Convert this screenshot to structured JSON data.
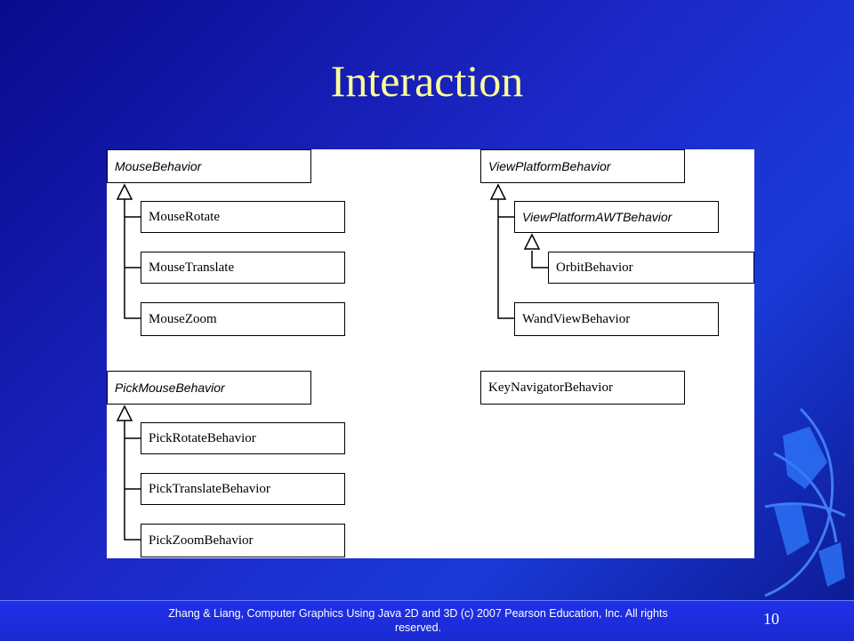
{
  "slide": {
    "title": "Interaction",
    "page_number": "10",
    "footer": "Zhang & Liang,  Computer Graphics Using Java 2D and 3D (c) 2007 Pearson Education, Inc. All rights reserved."
  },
  "diagram": {
    "mouse_behavior": "MouseBehavior",
    "mouse_rotate": "MouseRotate",
    "mouse_translate": "MouseTranslate",
    "mouse_zoom": "MouseZoom",
    "pick_mouse_behavior": "PickMouseBehavior",
    "pick_rotate": "PickRotateBehavior",
    "pick_translate": "PickTranslateBehavior",
    "pick_zoom": "PickZoomBehavior",
    "view_platform_behavior": "ViewPlatformBehavior",
    "view_platform_awt": "ViewPlatformAWTBehavior",
    "orbit_behavior": "OrbitBehavior",
    "wand_view_behavior": "WandViewBehavior",
    "key_navigator_behavior": "KeyNavigatorBehavior"
  },
  "colors": {
    "title": "#ffff99",
    "background": "#1c28c8"
  },
  "icons": {
    "decoration": "globe-icon"
  }
}
